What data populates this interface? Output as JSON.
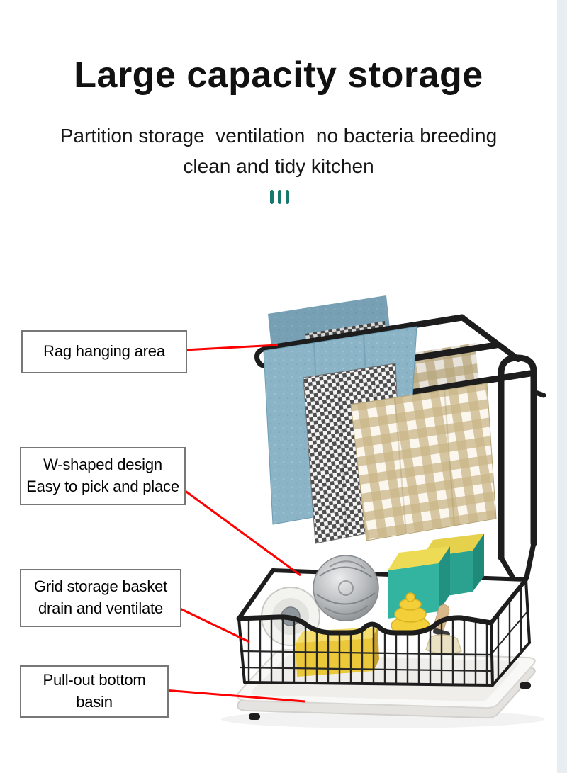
{
  "header": {
    "title": "Large capacity storage",
    "subtitle_line1": "Partition storage  ventilation  no bacteria breeding",
    "subtitle_line2": "clean and tidy kitchen"
  },
  "callouts": [
    {
      "line1": "Rag hanging area",
      "line2": ""
    },
    {
      "line1": "W-shaped design",
      "line2": "Easy to pick and place"
    },
    {
      "line1": "Grid storage basket",
      "line2": "drain and ventilate"
    },
    {
      "line1": "Pull-out bottom",
      "line2": "basin"
    }
  ],
  "icons": {
    "divider": "three-vertical-bars"
  },
  "colors": {
    "leader_line": "#ff0000",
    "divider_icon": "#15796b",
    "title_text": "#111111",
    "callout_border": "#777777",
    "frame_black": "#1d1d1d",
    "towel_blue": "#8cb4c7",
    "towel_check_dark": "#4e4e4e",
    "towel_tan": "#c9b688",
    "sponge_green": "#33b4a0",
    "sponge_yellow": "#e6d14c",
    "scrubber_gray": "#b9bcbe",
    "basin_white": "#f8f8f6",
    "edge_strip": "#e8edf2"
  }
}
